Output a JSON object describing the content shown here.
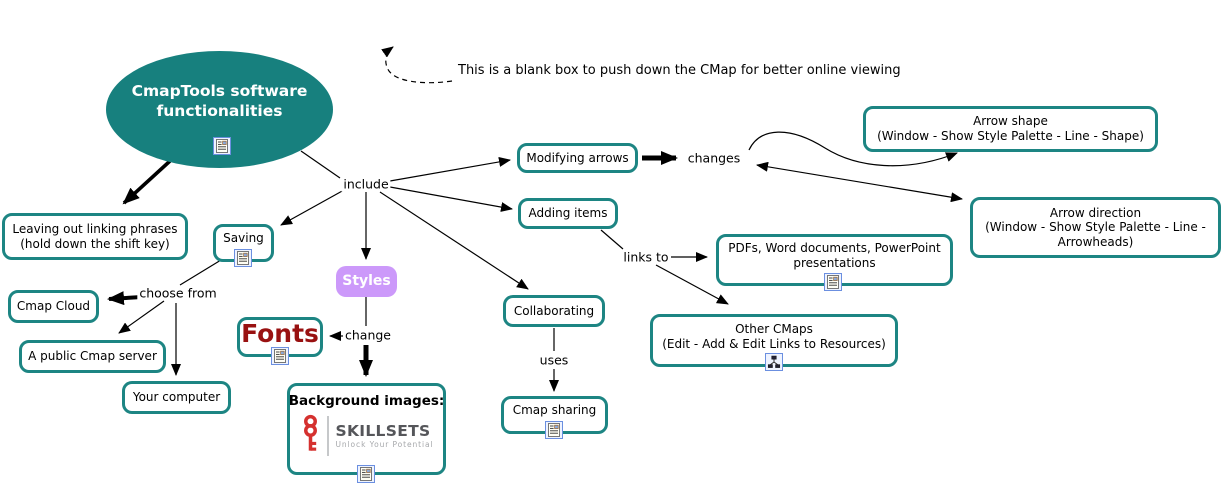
{
  "note": {
    "text": "This is a blank box to push down the CMap for better online viewing"
  },
  "concepts": {
    "root": {
      "line1": "CmapTools software",
      "line2": "functionalities"
    },
    "leaving_out": {
      "line1": "Leaving out linking phrases",
      "line2": "(hold down the shift key)"
    },
    "saving": {
      "label": "Saving"
    },
    "cmap_cloud": {
      "label": "Cmap Cloud"
    },
    "public_server": {
      "label": "A public Cmap server"
    },
    "your_computer": {
      "label": "Your computer"
    },
    "styles": {
      "label": "Styles"
    },
    "fonts": {
      "label": "Fonts"
    },
    "background_images": {
      "label": "Background images:",
      "logo_title": "SKILLSETS",
      "logo_tagline": "Unlock Your Potential"
    },
    "modifying_arrows": {
      "label": "Modifying arrows"
    },
    "adding_items": {
      "label": "Adding items"
    },
    "arrow_shape": {
      "line1": "Arrow shape",
      "line2": "(Window - Show Style Palette - Line - Shape)"
    },
    "arrow_direction": {
      "line1": "Arrow direction",
      "line2": "(Window - Show Style Palette - Line - Arrowheads)"
    },
    "collaborating": {
      "label": "Collaborating"
    },
    "cmap_sharing": {
      "label": "Cmap sharing"
    },
    "pdfs": {
      "label": "PDFs, Word documents, PowerPoint presentations"
    },
    "other_cmaps": {
      "line1": "Other CMaps",
      "line2": "(Edit - Add & Edit Links to Resources)"
    }
  },
  "linking_phrases": {
    "include": "include",
    "changes": "changes",
    "links_to": "links to",
    "choose_from": "choose from",
    "change": "change",
    "uses": "uses"
  },
  "icons": {
    "resource": "resource-document-icon",
    "cmap": "concept-map-icon",
    "key": "key-icon"
  },
  "colors": {
    "node_border_teal": "#1d8583",
    "ellipse_fill_teal": "#17807e",
    "styles_purple": "#cc99fa",
    "fonts_red": "#991111",
    "logo_red": "#d5312f",
    "logo_gray": "#55565a",
    "line_black": "#000000"
  }
}
